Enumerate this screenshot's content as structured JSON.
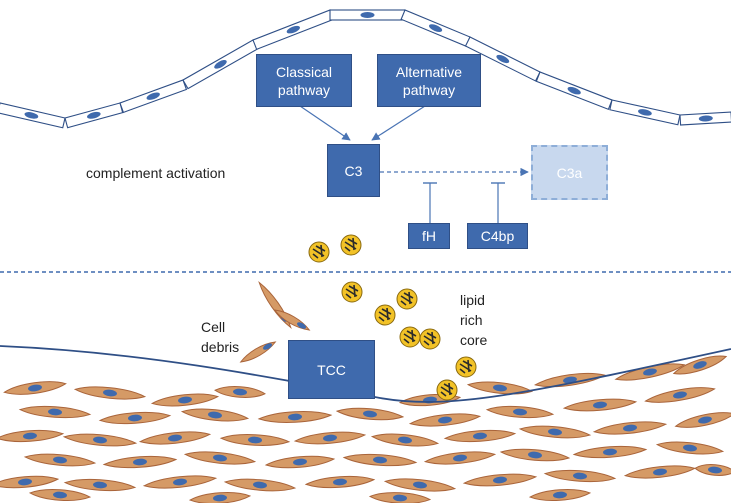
{
  "labels": {
    "classical": "Classical\npathway",
    "alternative": "Alternative\npathway",
    "c3": "C3",
    "c3a": "C3a",
    "fh": "fH",
    "c4bp": "C4bp",
    "tcc": "TCC",
    "complement_activation": "complement activation",
    "cell_debris": "Cell\ndebris",
    "lipid_core": "lipid\nrich\ncore"
  },
  "colors": {
    "box_fill": "#3f6aad",
    "box_border": "#2f4f86",
    "c3a_fill": "#c8d8ee",
    "endothelial_fill": "#ffffff",
    "endothelial_stroke": "#2f4f86",
    "nucleus": "#3f6aad",
    "smc_fill": "#d59a66",
    "smc_stroke": "#a9643a",
    "lipid_fill": "#f2c227",
    "arrow": "#4a74b4",
    "dashed_line": "#3f6aad"
  },
  "icons": [
    "endothelial-cell-icon",
    "smooth-muscle-cell-icon",
    "lipid-droplet-icon",
    "cell-debris-icon"
  ]
}
